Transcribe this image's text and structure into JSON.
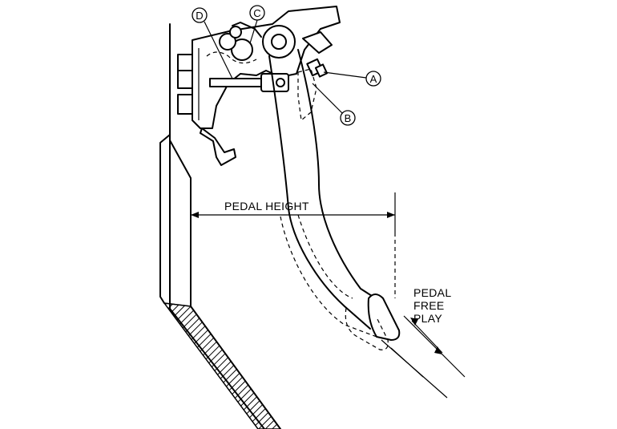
{
  "callouts": {
    "a": "A",
    "b": "B",
    "c": "C",
    "d": "D"
  },
  "dimensions": {
    "pedal_height": "PEDAL HEIGHT",
    "free_play_line1": "PEDAL",
    "free_play_line2": "FREE",
    "free_play_line3": "PLAY"
  }
}
